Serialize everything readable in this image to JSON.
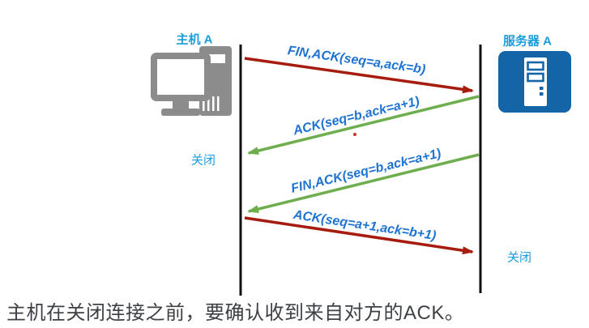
{
  "diagram": {
    "title_context": "TCP connection release sequence",
    "host": {
      "label": "主机 A",
      "close_label": "关闭"
    },
    "server": {
      "label": "服务器 A",
      "close_label": "关闭"
    },
    "messages": [
      {
        "label": "FIN,ACK(seq=a,ack=b)",
        "from": "host",
        "to": "server",
        "color": "#a61c0f"
      },
      {
        "label": "ACK(seq=b,ack=a+1)",
        "from": "server",
        "to": "host",
        "color": "#6fae4e"
      },
      {
        "label": "FIN,ACK(seq=b,ack=a+1)",
        "from": "server",
        "to": "host",
        "color": "#6fae4e"
      },
      {
        "label": "ACK(seq=a+1,ack=b+1)",
        "from": "host",
        "to": "server",
        "color": "#a61c0f"
      }
    ],
    "caption": "主机在关闭连接之前，要确认收到来自对方的ACK。",
    "colors": {
      "arrow_red": "#a61c0f",
      "arrow_green": "#6fae4e",
      "message_text_blue": "#1e73d2",
      "entity_text_blue": "#1a9ddc",
      "server_icon_blue": "#1465a8",
      "host_icon_gray": "#8c8c8c",
      "lifeline_black": "#111111",
      "caption_gray": "#3d4145",
      "background": "#ffffff"
    }
  }
}
